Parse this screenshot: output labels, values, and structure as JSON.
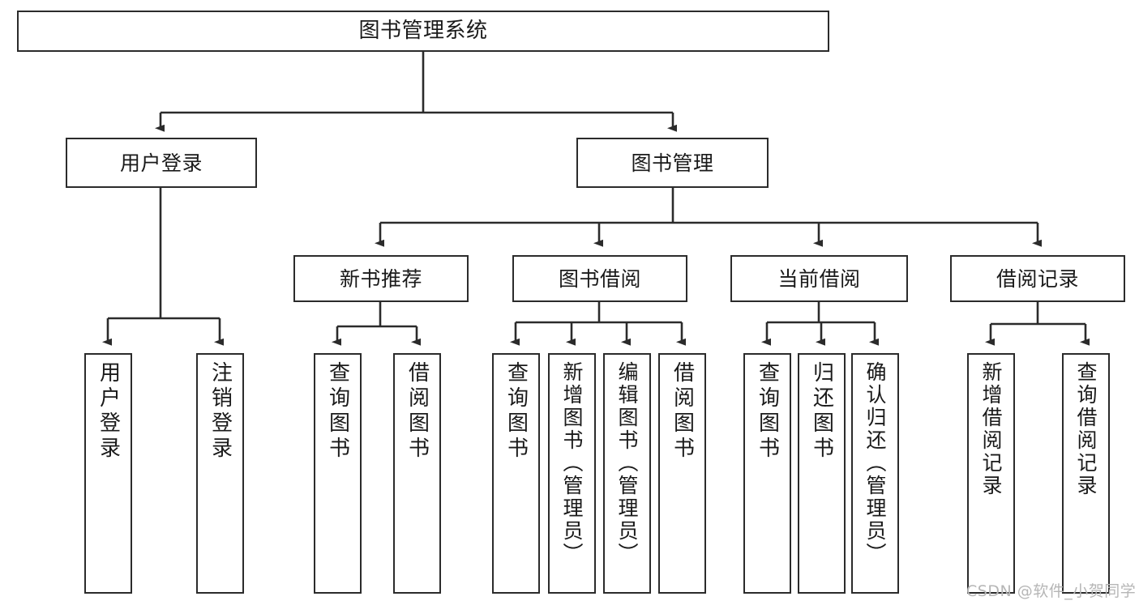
{
  "diagram": {
    "title": "图书管理系统",
    "type": "tree-hierarchy-chart",
    "levels": {
      "root": {
        "label": "图书管理系统"
      },
      "level1": [
        {
          "label": "用户登录"
        },
        {
          "label": "图书管理"
        }
      ],
      "level2": [
        {
          "label": "新书推荐"
        },
        {
          "label": "图书借阅"
        },
        {
          "label": "当前借阅"
        },
        {
          "label": "借阅记录"
        }
      ],
      "leaves": {
        "user_login": [
          {
            "label": "用户登录"
          },
          {
            "label": "注销登录"
          }
        ],
        "new_book_recommend": [
          {
            "label": "查询图书"
          },
          {
            "label": "借阅图书"
          }
        ],
        "book_borrow": [
          {
            "label": "查询图书"
          },
          {
            "label": "新增图书（管理员）"
          },
          {
            "label": "编辑图书（管理员）"
          },
          {
            "label": "借阅图书"
          }
        ],
        "current_borrow": [
          {
            "label": "查询图书"
          },
          {
            "label": "归还图书"
          },
          {
            "label": "确认归还（管理员）"
          }
        ],
        "borrow_record": [
          {
            "label": "新增借阅记录"
          },
          {
            "label": "查询借阅记录"
          }
        ]
      }
    },
    "colors": {
      "box_border": "#2b2b2b",
      "box_fill": "#ffffff",
      "connector": "#2b2b2b",
      "text": "#1a1a1a",
      "watermark": "#b6b6b6"
    }
  },
  "watermark": {
    "text": "CSDN @软件_小贺同学"
  }
}
